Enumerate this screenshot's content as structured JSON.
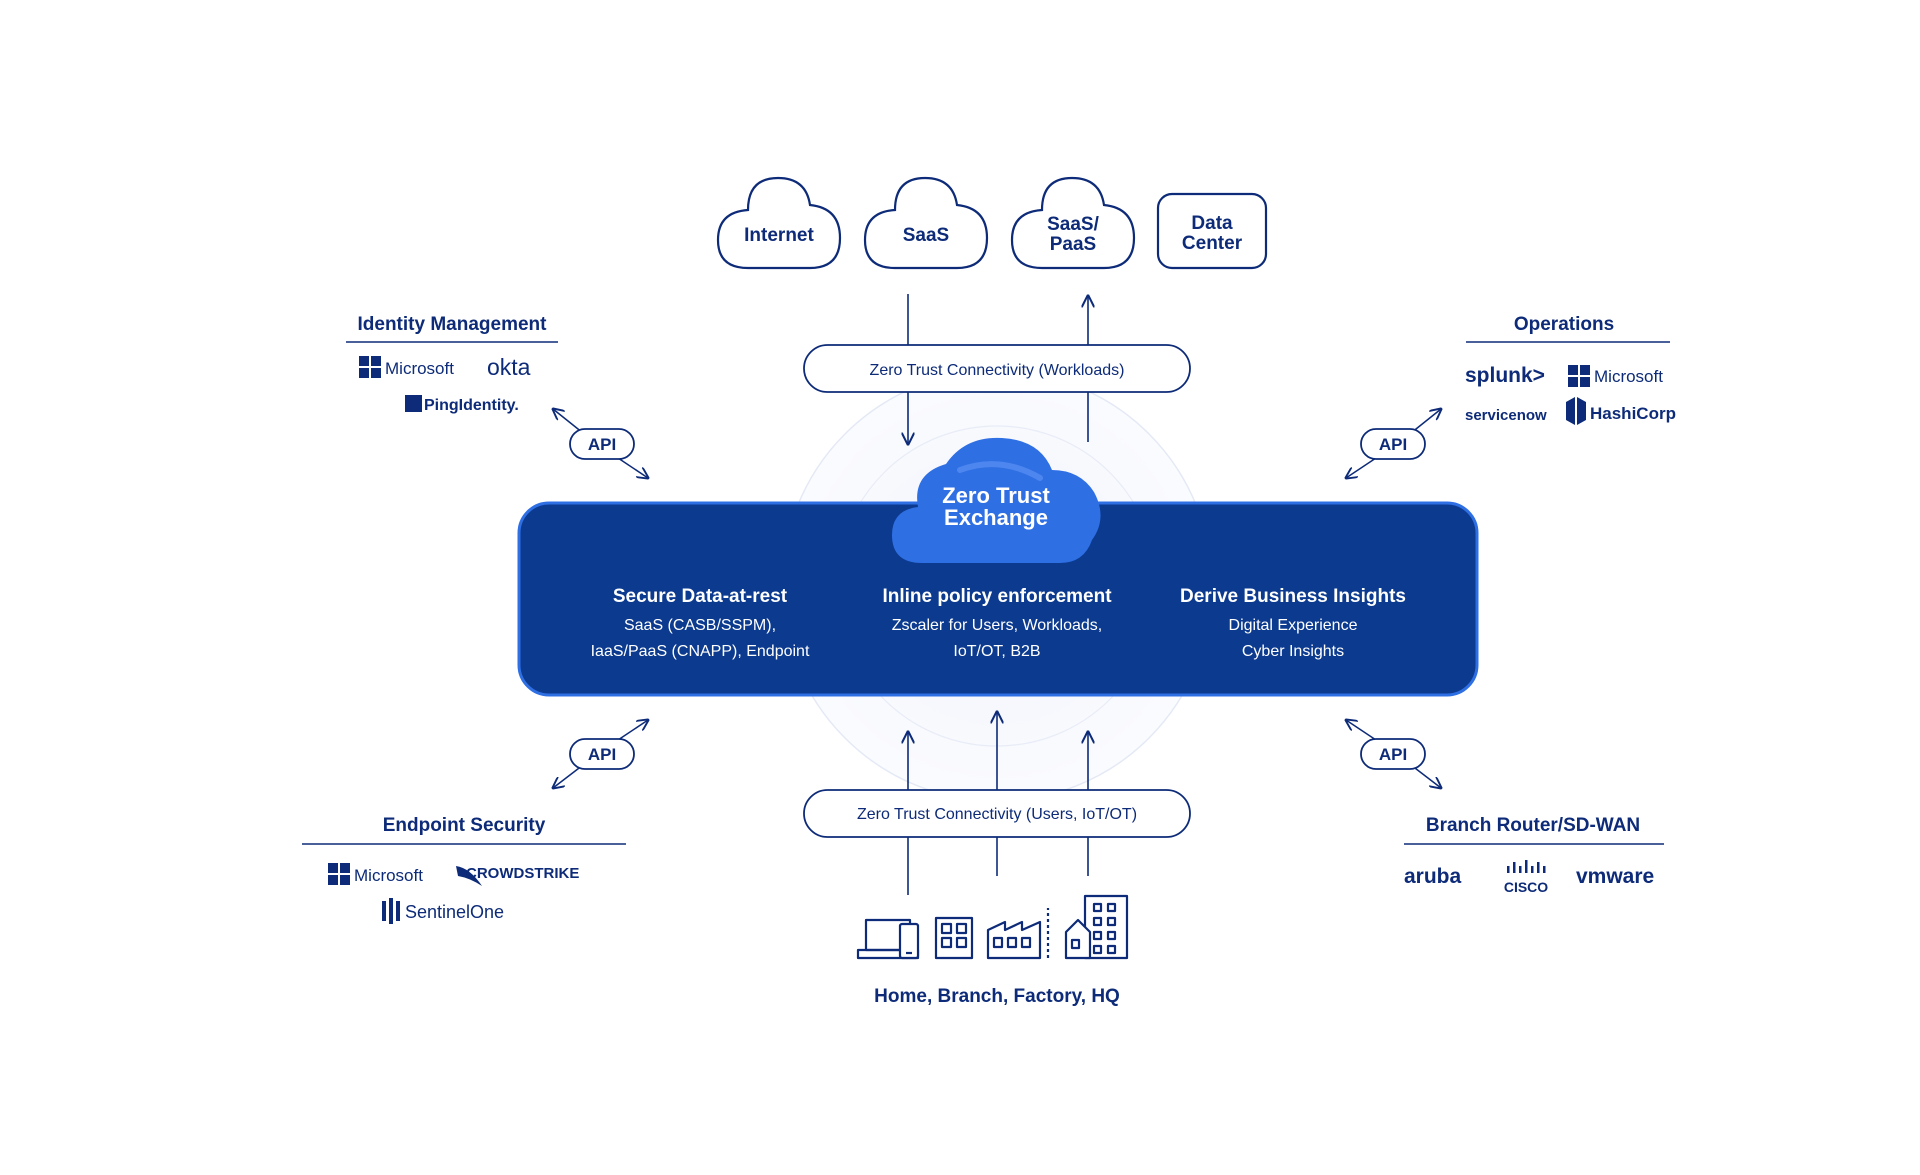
{
  "destinations": [
    {
      "line1": "Internet",
      "line2": ""
    },
    {
      "line1": "SaaS",
      "line2": ""
    },
    {
      "line1": "SaaS/",
      "line2": "PaaS"
    },
    {
      "line1": "Data",
      "line2": "Center"
    }
  ],
  "connectivity": {
    "workloads": "Zero Trust Connectivity (Workloads)",
    "users": "Zero Trust Connectivity (Users, IoT/OT)"
  },
  "exchange": {
    "line1": "Zero Trust",
    "line2": "Exchange",
    "columns": [
      {
        "title": "Secure Data-at-rest",
        "line1": "SaaS (CASB/SSPM),",
        "line2": "IaaS/PaaS (CNAPP), Endpoint"
      },
      {
        "title": "Inline policy enforcement",
        "line1": "Zscaler for Users, Workloads,",
        "line2": "IoT/OT, B2B"
      },
      {
        "title": "Derive Business Insights",
        "line1": "Digital Experience",
        "line2": "Cyber Insights"
      }
    ]
  },
  "api_label": "API",
  "groups": {
    "identity": {
      "title": "Identity Management",
      "logos": [
        "Microsoft",
        "okta",
        "PingIdentity."
      ]
    },
    "operations": {
      "title": "Operations",
      "logos": [
        "splunk>",
        "Microsoft",
        "servicenow",
        "HashiCorp"
      ]
    },
    "endpoint": {
      "title": "Endpoint Security",
      "logos": [
        "Microsoft",
        "CROWDSTRIKE",
        "SentinelOne"
      ]
    },
    "branch": {
      "title": "Branch Router/SD-WAN",
      "logos": [
        "aruba",
        "CISCO",
        "vmware"
      ]
    }
  },
  "locations": {
    "label": "Home, Branch, Factory, HQ",
    "icons": [
      "laptop-phone-icon",
      "branch-building-icon",
      "factory-icon",
      "hq-buildings-icon"
    ]
  },
  "colors": {
    "navy": "#0d2b78",
    "exchange_blue": "#0b3a8f",
    "cloud_blue": "#2f6fe4",
    "halo": "#eef2fb"
  }
}
